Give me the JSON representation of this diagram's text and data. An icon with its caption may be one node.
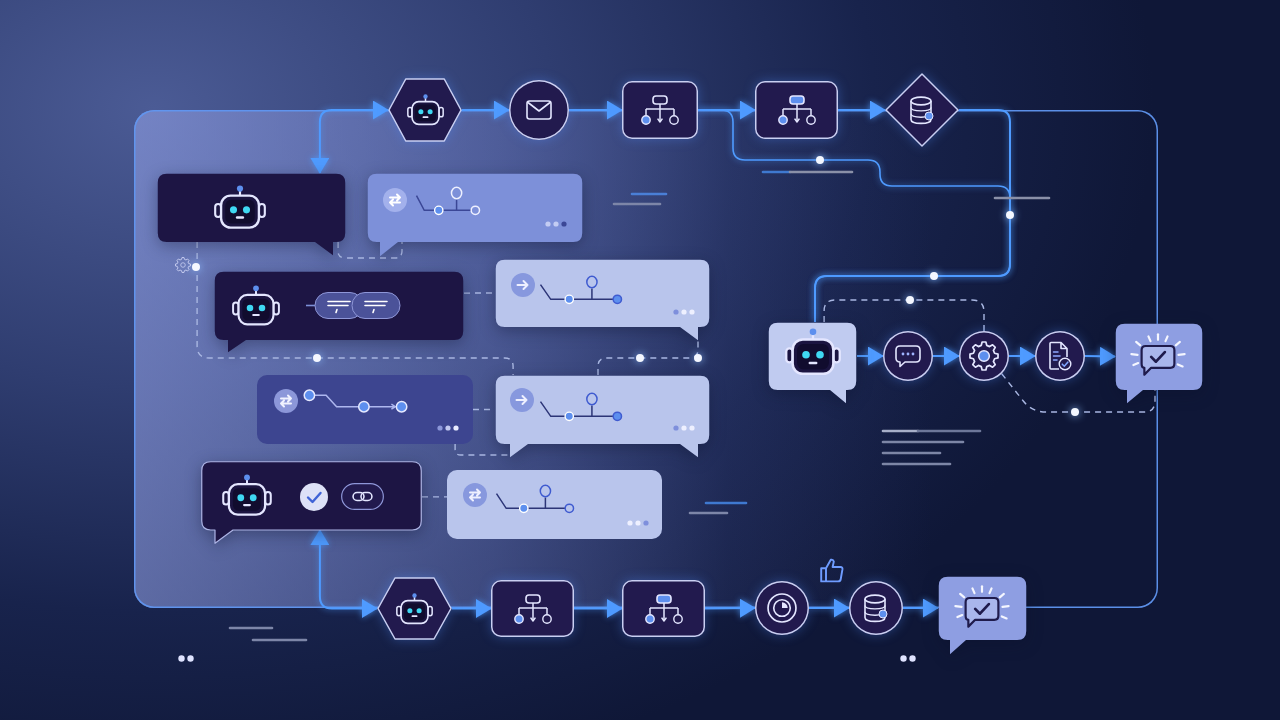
{
  "diagram": {
    "nodes": [
      {
        "text": [],
        "shape": "box"
      },
      {
        "text": [],
        "shape": "hexagon"
      },
      {
        "text": [],
        "shape": "circle"
      },
      {
        "text": [],
        "shape": "box"
      },
      {
        "text": [],
        "shape": "box"
      },
      {
        "text": [],
        "shape": "diamond"
      },
      {
        "text": [],
        "shape": "bubble",
        "in": 0
      },
      {
        "text": [],
        "shape": "bubble",
        "in": 0
      },
      {
        "text": [],
        "shape": "bubble",
        "in": 0
      },
      {
        "text": [],
        "shape": "bubble",
        "in": 0
      },
      {
        "text": [],
        "shape": "bubble",
        "in": 0
      },
      {
        "text": [],
        "shape": "circle",
        "in": 0
      },
      {
        "text": [],
        "shape": "circle",
        "in": 0
      },
      {
        "text": [],
        "shape": "circle",
        "in": 0
      },
      {
        "text": [],
        "shape": "bubble"
      },
      {
        "text": [],
        "shape": "box",
        "in": 0
      },
      {
        "text": [],
        "shape": "bubble",
        "in": 0
      },
      {
        "text": [],
        "shape": "bubble",
        "in": 0
      },
      {
        "text": [],
        "shape": "box",
        "in": 0
      },
      {
        "text": [],
        "shape": "hexagon"
      },
      {
        "text": [],
        "shape": "box"
      },
      {
        "text": [],
        "shape": "box"
      },
      {
        "text": [],
        "shape": "circle"
      },
      {
        "text": [],
        "shape": "circle"
      },
      {
        "text": [],
        "shape": "bubble"
      }
    ],
    "edges": [
      {
        "from": 6,
        "to": 1,
        "arrow": "both"
      },
      {
        "from": 1,
        "to": 2,
        "arrow": "to"
      },
      {
        "from": 2,
        "to": 3,
        "arrow": "to"
      },
      {
        "from": 3,
        "to": 4,
        "arrow": "to"
      },
      {
        "from": 4,
        "to": 5,
        "arrow": "to"
      },
      {
        "from": 5,
        "to": 10,
        "arrow": "none"
      },
      {
        "from": 3,
        "to": 10,
        "arrow": "none"
      },
      {
        "from": 6,
        "to": 7,
        "arrow": "none",
        "style": "dashed",
        "color": "#a9b7e2"
      },
      {
        "from": 6,
        "to": 16,
        "arrow": "none",
        "style": "dashed",
        "color": "#a9b7e2"
      },
      {
        "from": 8,
        "to": 9,
        "arrow": "none",
        "style": "dashed",
        "color": "#a9b7e2"
      },
      {
        "from": 15,
        "to": 16,
        "arrow": "none",
        "style": "dashed",
        "color": "#a9b7e2"
      },
      {
        "from": 15,
        "to": 16,
        "arrow": "none",
        "style": "dashed",
        "color": "#a9b7e2"
      },
      {
        "from": 16,
        "to": 9,
        "arrow": "none",
        "style": "dashed",
        "color": "#a9b7e2"
      },
      {
        "from": 17,
        "to": 18,
        "arrow": "none",
        "style": "dashed",
        "color": "#a9b7e2"
      },
      {
        "from": 10,
        "to": 11,
        "arrow": "to"
      },
      {
        "from": 11,
        "to": 12,
        "arrow": "to"
      },
      {
        "from": 12,
        "to": 13,
        "arrow": "to"
      },
      {
        "from": 13,
        "to": 14,
        "arrow": "to"
      },
      {
        "from": 10,
        "to": 12,
        "arrow": "none",
        "style": "dashed",
        "color": "#a9b7e2"
      },
      {
        "from": 12,
        "to": 14,
        "arrow": "none",
        "style": "dashed",
        "color": "#a9b7e2"
      },
      {
        "from": 17,
        "to": 19,
        "arrow": "both"
      },
      {
        "from": 19,
        "to": 20,
        "arrow": "to"
      },
      {
        "from": 20,
        "to": 21,
        "arrow": "to"
      },
      {
        "from": 21,
        "to": 22,
        "arrow": "to"
      },
      {
        "from": 22,
        "to": 23,
        "arrow": "to"
      },
      {
        "from": 23,
        "to": 24,
        "arrow": "to"
      }
    ]
  }
}
